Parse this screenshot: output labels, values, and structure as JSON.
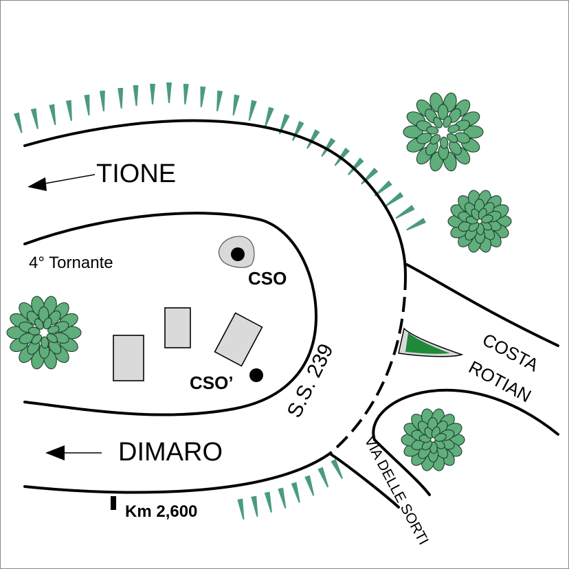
{
  "labels": {
    "tione": "TIONE",
    "dimaro": "DIMARO",
    "tornante": "4° Tornante",
    "cso": "CSO",
    "cso_prime": "CSO’",
    "ss239": "S.S. 239",
    "costa": "COSTA",
    "rotian": "ROTIAN",
    "via_delle_sorti": "VIA DELLE SORTI",
    "km": "Km 2,600"
  },
  "colors": {
    "road": "#000000",
    "building": "#dadada",
    "tree_leaf": "#5fae7c",
    "embankment_tick": "#4a9a82",
    "traffic_island": "#1f8a3a",
    "manhole_halo": "#d9d9d9"
  },
  "icons": {
    "tree": "tree-icon",
    "embankment": "embankment-tick-icon",
    "arrow": "arrow-left-icon",
    "marker": "point-marker-icon"
  }
}
